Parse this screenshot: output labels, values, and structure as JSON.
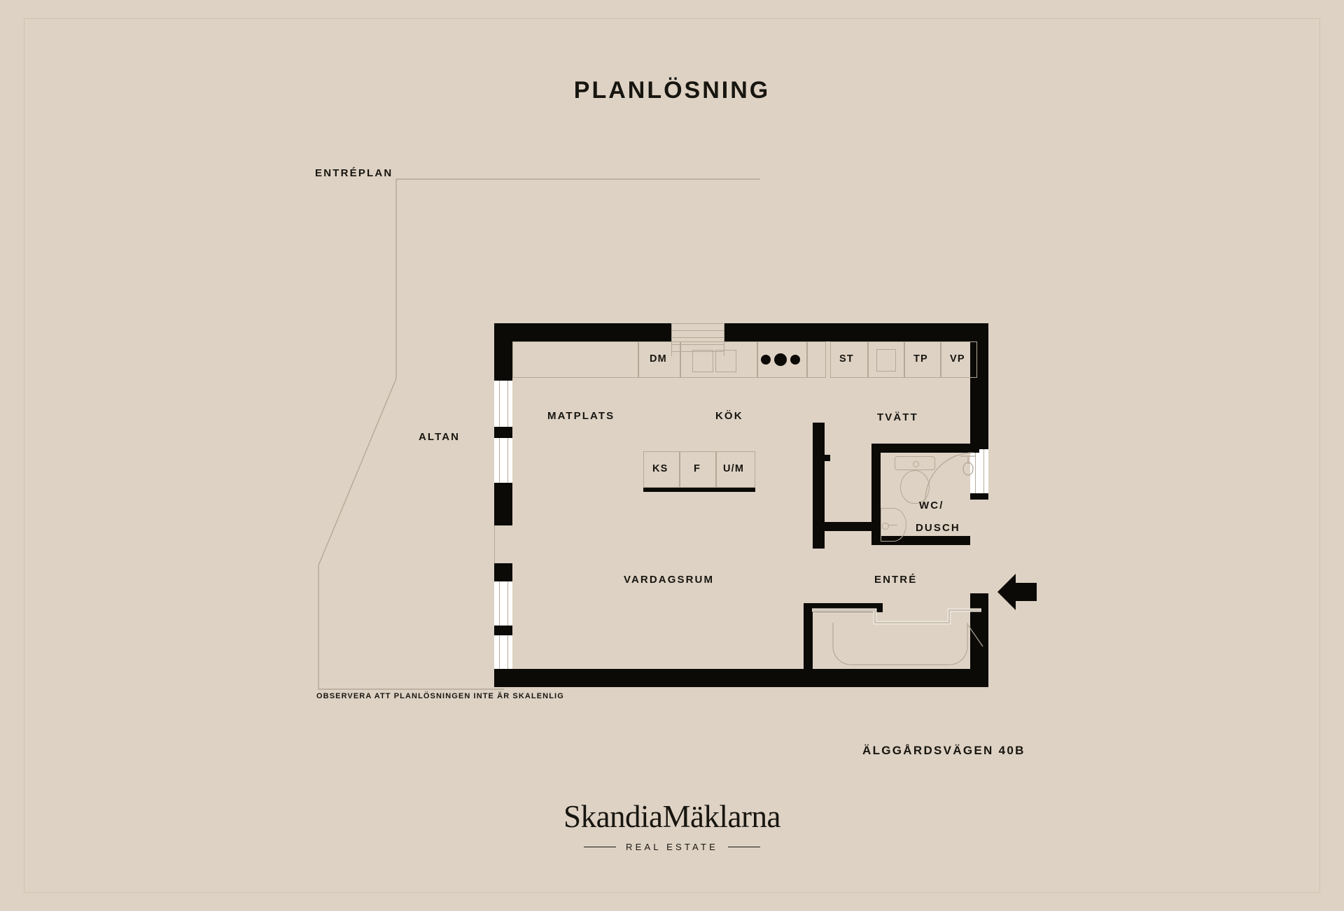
{
  "document": {
    "title": "PLANLÖSNING",
    "level_label": "ENTRÉPLAN",
    "address": "ÄLGGÅRDSVÄGEN 40B",
    "disclaimer": "OBSERVERA ATT PLANLÖSNINGEN INTE ÄR SKALENLIG",
    "background_color": "#ded2c4",
    "ink_color": "#0b0a07"
  },
  "brand": {
    "name": "SkandiaMäklarna",
    "tagline": "REAL ESTATE"
  },
  "rooms": [
    {
      "key": "altan",
      "label": "ALTAN"
    },
    {
      "key": "matplats",
      "label": "MATPLATS"
    },
    {
      "key": "kok",
      "label": "KÖK"
    },
    {
      "key": "tvatt",
      "label": "TVÄTT"
    },
    {
      "key": "wc_dusch_1",
      "label": "WC/"
    },
    {
      "key": "wc_dusch_2",
      "label": "DUSCH"
    },
    {
      "key": "vardagsrum",
      "label": "VARDAGSRUM"
    },
    {
      "key": "entre",
      "label": "ENTRÉ"
    }
  ],
  "appliances": {
    "top_run": [
      {
        "key": "dm",
        "label": "DM"
      },
      {
        "key": "sink",
        "label": ""
      },
      {
        "key": "hob",
        "label": ""
      }
    ],
    "utility_run": [
      {
        "key": "st",
        "label": "ST"
      },
      {
        "key": "blank",
        "label": ""
      },
      {
        "key": "tp",
        "label": "TP"
      },
      {
        "key": "vp",
        "label": "VP"
      }
    ],
    "island_run": [
      {
        "key": "ks",
        "label": "KS"
      },
      {
        "key": "f",
        "label": "F"
      },
      {
        "key": "um",
        "label": "U/M"
      }
    ]
  },
  "markers": {
    "entrance_arrow": "arrow-left-icon",
    "burner_count": 3
  }
}
